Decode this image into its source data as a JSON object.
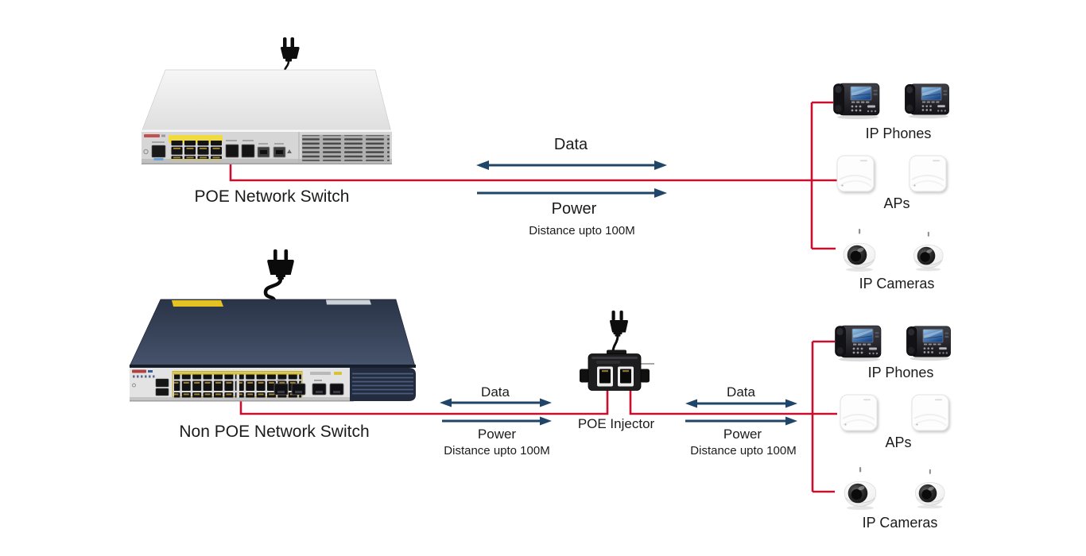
{
  "colors": {
    "background": "#FFFFFF",
    "cable_red": "#C8102E",
    "arrow_navy": "#1F4568",
    "label_text": "#1B1B1B",
    "switch_silver": "#D8D8D8",
    "switch_navy": "#2E3A52",
    "port_yellow": "#EFDC3C"
  },
  "top_section": {
    "switch_label": "POE Network Switch",
    "link": {
      "data_label": "Data",
      "power_label": "Power",
      "distance_label": "Distance upto 100M"
    },
    "devices": {
      "ip_phones_label": "IP Phones",
      "aps_label": "APs",
      "ip_cameras_label": "IP Cameras"
    }
  },
  "bottom_section": {
    "switch_label": "Non POE Network Switch",
    "injector_label": "POE Injector",
    "left_link": {
      "data_label": "Data",
      "power_label": "Power",
      "distance_label": "Distance upto 100M"
    },
    "right_link": {
      "data_label": "Data",
      "power_label": "Power",
      "distance_label": "Distance upto 100M"
    },
    "devices": {
      "ip_phones_label": "IP Phones",
      "aps_label": "APs",
      "ip_cameras_label": "IP Cameras"
    }
  }
}
